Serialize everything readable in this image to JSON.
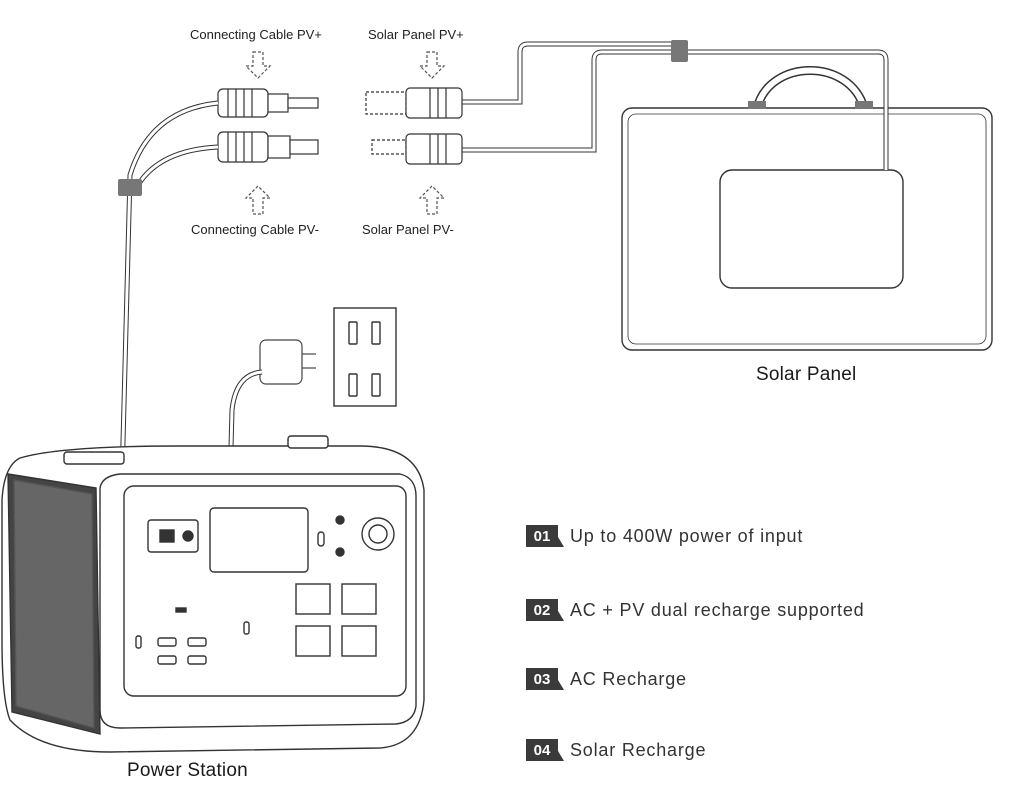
{
  "connectors": {
    "cable_pos": "Connecting Cable PV+",
    "panel_pos": "Solar Panel PV+",
    "cable_neg": "Connecting Cable PV-",
    "panel_neg": "Solar Panel PV-"
  },
  "devices": {
    "solar_panel": "Solar Panel",
    "power_station": "Power Station"
  },
  "features": [
    {
      "num": "01",
      "text": "Up to 400W power of input"
    },
    {
      "num": "02",
      "text": "AC + PV dual recharge supported"
    },
    {
      "num": "03",
      "text": "AC Recharge"
    },
    {
      "num": "04",
      "text": "Solar Recharge"
    }
  ],
  "colors": {
    "line": "#333333",
    "cable": "#bdbdbd",
    "badge": "#3a3a3a",
    "clip": "#777777"
  }
}
